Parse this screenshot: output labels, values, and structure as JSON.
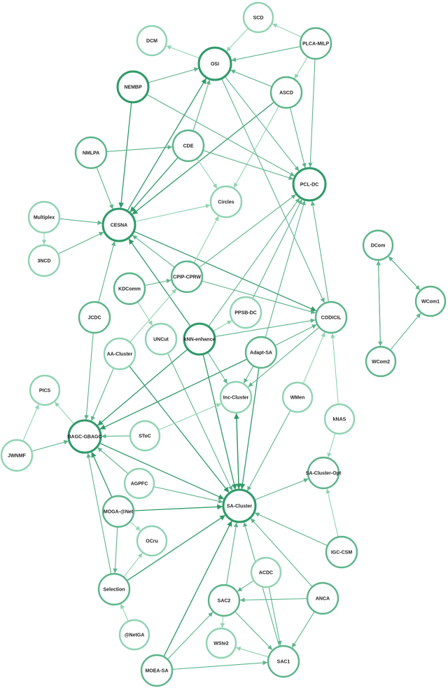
{
  "palette": {
    "dark": "#2f9a68",
    "mid": "#5cb48a",
    "light": "#8fd3b2",
    "node_fill": "#ffffff",
    "label": "#222222"
  },
  "nodes": [
    {
      "id": "SCD",
      "label": "SCD",
      "tone": "light"
    },
    {
      "id": "DCM",
      "label": "DCM",
      "tone": "light"
    },
    {
      "id": "OSI",
      "label": "OSI",
      "tone": "dark"
    },
    {
      "id": "PLCA-MILP",
      "label": "PLCA-MILP",
      "tone": "mid"
    },
    {
      "id": "NEMBP",
      "label": "NEMBP",
      "tone": "dark"
    },
    {
      "id": "ASCD",
      "label": "ASCD",
      "tone": "mid"
    },
    {
      "id": "CDE",
      "label": "CDE",
      "tone": "mid"
    },
    {
      "id": "NMLPA",
      "label": "NMLPA",
      "tone": "mid"
    },
    {
      "id": "PCL-DC",
      "label": "PCL-DC",
      "tone": "dark"
    },
    {
      "id": "Circles",
      "label": "Circles",
      "tone": "light"
    },
    {
      "id": "Multiplex",
      "label": "Multiplex",
      "tone": "light"
    },
    {
      "id": "CESNA",
      "label": "CESNA",
      "tone": "dark"
    },
    {
      "id": "DCom",
      "label": "DCom",
      "tone": "mid"
    },
    {
      "id": "3NCD",
      "label": "3NCD",
      "tone": "light"
    },
    {
      "id": "CPIP-CPRW",
      "label": "CPIP-CPRW",
      "tone": "mid"
    },
    {
      "id": "KDComm",
      "label": "KDComm",
      "tone": "mid"
    },
    {
      "id": "WCom1",
      "label": "WCom1",
      "tone": "mid"
    },
    {
      "id": "PPSB-DC",
      "label": "PPSB-DC",
      "tone": "light"
    },
    {
      "id": "JCDC",
      "label": "JCDC",
      "tone": "mid"
    },
    {
      "id": "CODICIL",
      "label": "CODICIL",
      "tone": "mid"
    },
    {
      "id": "UNCut",
      "label": "UNCut",
      "tone": "light"
    },
    {
      "id": "kNN-enhance",
      "label": "kNN-enhance",
      "tone": "dark"
    },
    {
      "id": "AA-Cluster",
      "label": "AA-Cluster",
      "tone": "light"
    },
    {
      "id": "Adapt-SA",
      "label": "Adapt-SA",
      "tone": "mid"
    },
    {
      "id": "WCom2",
      "label": "WCom2",
      "tone": "mid"
    },
    {
      "id": "PICS",
      "label": "PICS",
      "tone": "light"
    },
    {
      "id": "Inc-Cluster",
      "label": "Inc-Cluster",
      "tone": "light"
    },
    {
      "id": "WMen",
      "label": "WMen",
      "tone": "light"
    },
    {
      "id": "kNAS",
      "label": "kNAS",
      "tone": "light"
    },
    {
      "id": "BAGC-GBAGC",
      "label": "BAGC-GBAGC",
      "tone": "dark"
    },
    {
      "id": "SToC",
      "label": "SToC",
      "tone": "light"
    },
    {
      "id": "JWNMF",
      "label": "JWNMF",
      "tone": "light"
    },
    {
      "id": "SA-Cluster-Opt",
      "label": "SA-Cluster-Opt",
      "tone": "mid"
    },
    {
      "id": "AGPFC",
      "label": "AGPFC",
      "tone": "light"
    },
    {
      "id": "SA-Cluster",
      "label": "SA-Cluster",
      "tone": "dark"
    },
    {
      "id": "MOGA-@Net",
      "label": "MOGA-@Net",
      "tone": "mid"
    },
    {
      "id": "OCru",
      "label": "OCru",
      "tone": "light"
    },
    {
      "id": "IGC-CSM",
      "label": "IGC-CSM",
      "tone": "mid"
    },
    {
      "id": "ACDC",
      "label": "ACDC",
      "tone": "light"
    },
    {
      "id": "Selection",
      "label": "Selection",
      "tone": "mid"
    },
    {
      "id": "SAC2",
      "label": "SAC2",
      "tone": "mid"
    },
    {
      "id": "ANCA",
      "label": "ANCA",
      "tone": "mid"
    },
    {
      "id": "@NetGA",
      "label": "@NetGA",
      "tone": "light"
    },
    {
      "id": "WSte2",
      "label": "WSte2",
      "tone": "light"
    },
    {
      "id": "SAC1",
      "label": "SAC1",
      "tone": "mid"
    },
    {
      "id": "MOEA-SA",
      "label": "MOEA-SA",
      "tone": "mid"
    }
  ],
  "edges": [
    {
      "from": "PLCA-MILP",
      "to": "SCD",
      "tone": "light"
    },
    {
      "from": "PLCA-MILP",
      "to": "OSI",
      "tone": "mid"
    },
    {
      "from": "PLCA-MILP",
      "to": "ASCD",
      "tone": "light"
    },
    {
      "from": "PLCA-MILP",
      "to": "PCL-DC",
      "tone": "mid"
    },
    {
      "from": "SCD",
      "to": "OSI",
      "tone": "light"
    },
    {
      "from": "OSI",
      "to": "DCM",
      "tone": "light"
    },
    {
      "from": "NEMBP",
      "to": "OSI",
      "tone": "mid"
    },
    {
      "from": "NEMBP",
      "to": "CESNA",
      "tone": "dark"
    },
    {
      "from": "NEMBP",
      "to": "PCL-DC",
      "tone": "mid"
    },
    {
      "from": "ASCD",
      "to": "OSI",
      "tone": "mid"
    },
    {
      "from": "ASCD",
      "to": "PCL-DC",
      "tone": "mid"
    },
    {
      "from": "ASCD",
      "to": "Circles",
      "tone": "light"
    },
    {
      "from": "ASCD",
      "to": "CESNA",
      "tone": "dark"
    },
    {
      "from": "OSI",
      "to": "PCL-DC",
      "tone": "mid"
    },
    {
      "from": "OSI",
      "to": "CODICIL",
      "tone": "mid"
    },
    {
      "from": "CDE",
      "to": "OSI",
      "tone": "mid"
    },
    {
      "from": "CDE",
      "to": "PCL-DC",
      "tone": "mid"
    },
    {
      "from": "CDE",
      "to": "Circles",
      "tone": "light"
    },
    {
      "from": "CDE",
      "to": "CESNA",
      "tone": "dark"
    },
    {
      "from": "NMLPA",
      "to": "CDE",
      "tone": "mid"
    },
    {
      "from": "NMLPA",
      "to": "CESNA",
      "tone": "mid"
    },
    {
      "from": "CESNA",
      "to": "OSI",
      "tone": "dark"
    },
    {
      "from": "CESNA",
      "to": "Circles",
      "tone": "light"
    },
    {
      "from": "Multiplex",
      "to": "CESNA",
      "tone": "mid"
    },
    {
      "from": "Multiplex",
      "to": "3NCD",
      "tone": "light"
    },
    {
      "from": "3NCD",
      "to": "CESNA",
      "tone": "mid"
    },
    {
      "from": "CESNA",
      "to": "CODICIL",
      "tone": "dark"
    },
    {
      "from": "CPIP-CPRW",
      "to": "CESNA",
      "tone": "mid"
    },
    {
      "from": "CPIP-CPRW",
      "to": "Circles",
      "tone": "light"
    },
    {
      "from": "CPIP-CPRW",
      "to": "PCL-DC",
      "tone": "mid"
    },
    {
      "from": "CPIP-CPRW",
      "to": "CODICIL",
      "tone": "mid"
    },
    {
      "from": "KDComm",
      "to": "CPIP-CPRW",
      "tone": "mid"
    },
    {
      "from": "KDComm",
      "to": "UNCut",
      "tone": "light"
    },
    {
      "from": "JCDC",
      "to": "CESNA",
      "tone": "mid"
    },
    {
      "from": "JCDC",
      "to": "BAGC-GBAGC",
      "tone": "mid"
    },
    {
      "from": "kNN-enhance",
      "to": "CESNA",
      "tone": "dark"
    },
    {
      "from": "kNN-enhance",
      "to": "PPSB-DC",
      "tone": "light"
    },
    {
      "from": "kNN-enhance",
      "to": "PCL-DC",
      "tone": "mid"
    },
    {
      "from": "kNN-enhance",
      "to": "CODICIL",
      "tone": "mid"
    },
    {
      "from": "kNN-enhance",
      "to": "Inc-Cluster",
      "tone": "mid"
    },
    {
      "from": "kNN-enhance",
      "to": "SA-Cluster",
      "tone": "dark"
    },
    {
      "from": "kNN-enhance",
      "to": "BAGC-GBAGC",
      "tone": "dark"
    },
    {
      "from": "PPSB-DC",
      "to": "PCL-DC",
      "tone": "mid"
    },
    {
      "from": "Adapt-SA",
      "to": "PCL-DC",
      "tone": "mid"
    },
    {
      "from": "Adapt-SA",
      "to": "CODICIL",
      "tone": "mid"
    },
    {
      "from": "Adapt-SA",
      "to": "Inc-Cluster",
      "tone": "mid"
    },
    {
      "from": "Adapt-SA",
      "to": "SA-Cluster",
      "tone": "dark"
    },
    {
      "from": "Adapt-SA",
      "to": "BAGC-GBAGC",
      "tone": "dark"
    },
    {
      "from": "CODICIL",
      "to": "PCL-DC",
      "tone": "mid"
    },
    {
      "from": "CODICIL",
      "to": "Inc-Cluster",
      "tone": "mid"
    },
    {
      "from": "AA-Cluster",
      "to": "CPIP-CPRW",
      "tone": "light"
    },
    {
      "from": "AA-Cluster",
      "to": "BAGC-GBAGC",
      "tone": "mid"
    },
    {
      "from": "AA-Cluster",
      "to": "SA-Cluster",
      "tone": "dark"
    },
    {
      "from": "UNCut",
      "to": "SA-Cluster",
      "tone": "mid"
    },
    {
      "from": "Inc-Cluster",
      "to": "SA-Cluster",
      "tone": "dark"
    },
    {
      "from": "SA-Cluster",
      "to": "Inc-Cluster",
      "tone": "dark"
    },
    {
      "from": "WMen",
      "to": "SA-Cluster",
      "tone": "mid"
    },
    {
      "from": "WMen",
      "to": "CODICIL",
      "tone": "light"
    },
    {
      "from": "kNAS",
      "to": "CODICIL",
      "tone": "light"
    },
    {
      "from": "kNAS",
      "to": "SA-Cluster-Opt",
      "tone": "light"
    },
    {
      "from": "SA-Cluster",
      "to": "SA-Cluster-Opt",
      "tone": "mid"
    },
    {
      "from": "IGC-CSM",
      "to": "SA-Cluster-Opt",
      "tone": "light"
    },
    {
      "from": "IGC-CSM",
      "to": "SA-Cluster",
      "tone": "mid"
    },
    {
      "from": "SToC",
      "to": "BAGC-GBAGC",
      "tone": "mid"
    },
    {
      "from": "SToC",
      "to": "Inc-Cluster",
      "tone": "light"
    },
    {
      "from": "BAGC-GBAGC",
      "to": "PICS",
      "tone": "light"
    },
    {
      "from": "JWNMF",
      "to": "PICS",
      "tone": "light"
    },
    {
      "from": "JWNMF",
      "to": "BAGC-GBAGC",
      "tone": "mid"
    },
    {
      "from": "BAGC-GBAGC",
      "to": "SA-Cluster",
      "tone": "dark"
    },
    {
      "from": "AGPFC",
      "to": "BAGC-GBAGC",
      "tone": "mid"
    },
    {
      "from": "AGPFC",
      "to": "SA-Cluster",
      "tone": "mid"
    },
    {
      "from": "MOGA-@Net",
      "to": "BAGC-GBAGC",
      "tone": "dark"
    },
    {
      "from": "MOGA-@Net",
      "to": "SA-Cluster",
      "tone": "dark"
    },
    {
      "from": "MOGA-@Net",
      "to": "OCru",
      "tone": "light"
    },
    {
      "from": "MOGA-@Net",
      "to": "Selection",
      "tone": "mid"
    },
    {
      "from": "Selection",
      "to": "BAGC-GBAGC",
      "tone": "mid"
    },
    {
      "from": "Selection",
      "to": "OCru",
      "tone": "light"
    },
    {
      "from": "Selection",
      "to": "SA-Cluster",
      "tone": "dark"
    },
    {
      "from": "@NetGA",
      "to": "Selection",
      "tone": "light"
    },
    {
      "from": "ACDC",
      "to": "SAC2",
      "tone": "mid"
    },
    {
      "from": "ACDC",
      "to": "SAC1",
      "tone": "mid"
    },
    {
      "from": "ANCA",
      "to": "SAC2",
      "tone": "mid"
    },
    {
      "from": "ANCA",
      "to": "SAC1",
      "tone": "mid"
    },
    {
      "from": "ANCA",
      "to": "SA-Cluster",
      "tone": "mid"
    },
    {
      "from": "SAC2",
      "to": "SA-Cluster",
      "tone": "mid"
    },
    {
      "from": "SAC2",
      "to": "WSte2",
      "tone": "light"
    },
    {
      "from": "SAC2",
      "to": "SAC1",
      "tone": "mid"
    },
    {
      "from": "SAC1",
      "to": "WSte2",
      "tone": "light"
    },
    {
      "from": "SAC1",
      "to": "SA-Cluster",
      "tone": "mid"
    },
    {
      "from": "MOEA-SA",
      "to": "SAC2",
      "tone": "mid"
    },
    {
      "from": "MOEA-SA",
      "to": "SAC1",
      "tone": "mid"
    },
    {
      "from": "MOEA-SA",
      "to": "SA-Cluster",
      "tone": "dark"
    },
    {
      "from": "DCom",
      "to": "WCom1",
      "tone": "mid"
    },
    {
      "from": "WCom1",
      "to": "DCom",
      "tone": "mid"
    },
    {
      "from": "DCom",
      "to": "WCom2",
      "tone": "mid"
    },
    {
      "from": "WCom2",
      "to": "DCom",
      "tone": "mid"
    },
    {
      "from": "WCom2",
      "to": "WCom1",
      "tone": "mid"
    }
  ]
}
